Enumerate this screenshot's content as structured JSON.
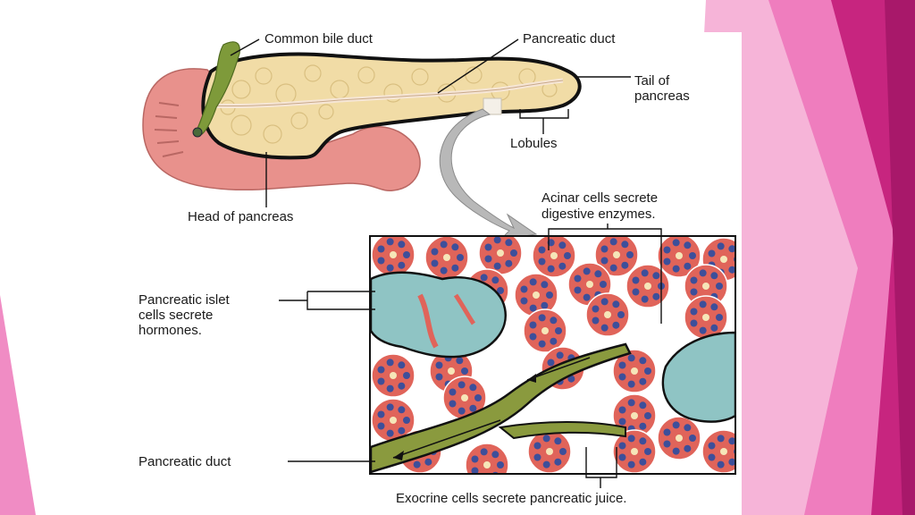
{
  "labels": {
    "common_bile_duct": "Common bile duct",
    "pancreatic_duct_top": "Pancreatic duct",
    "tail_line1": "Tail of",
    "tail_line2": "pancreas",
    "lobules": "Lobules",
    "head_of_pancreas": "Head of pancreas",
    "acinar_line1": "Acinar cells secrete",
    "acinar_line2": "digestive enzymes.",
    "islet_line1": "Pancreatic islet",
    "islet_line2": "cells secrete",
    "islet_line3": "hormones.",
    "pancreatic_duct_bottom": "Pancreatic duct",
    "exocrine": "Exocrine cells secrete pancreatic juice."
  },
  "colors": {
    "slide_pink_light": "#f4a6d2",
    "slide_pink": "#ee74b8",
    "slide_magenta": "#c2227a",
    "pancreas": "#f1dca6",
    "duodenum": "#e88c88",
    "duct_green": "#8a9a3e",
    "acinar_cell": "#e0645a",
    "islet_cell": "#8fc4c4"
  }
}
